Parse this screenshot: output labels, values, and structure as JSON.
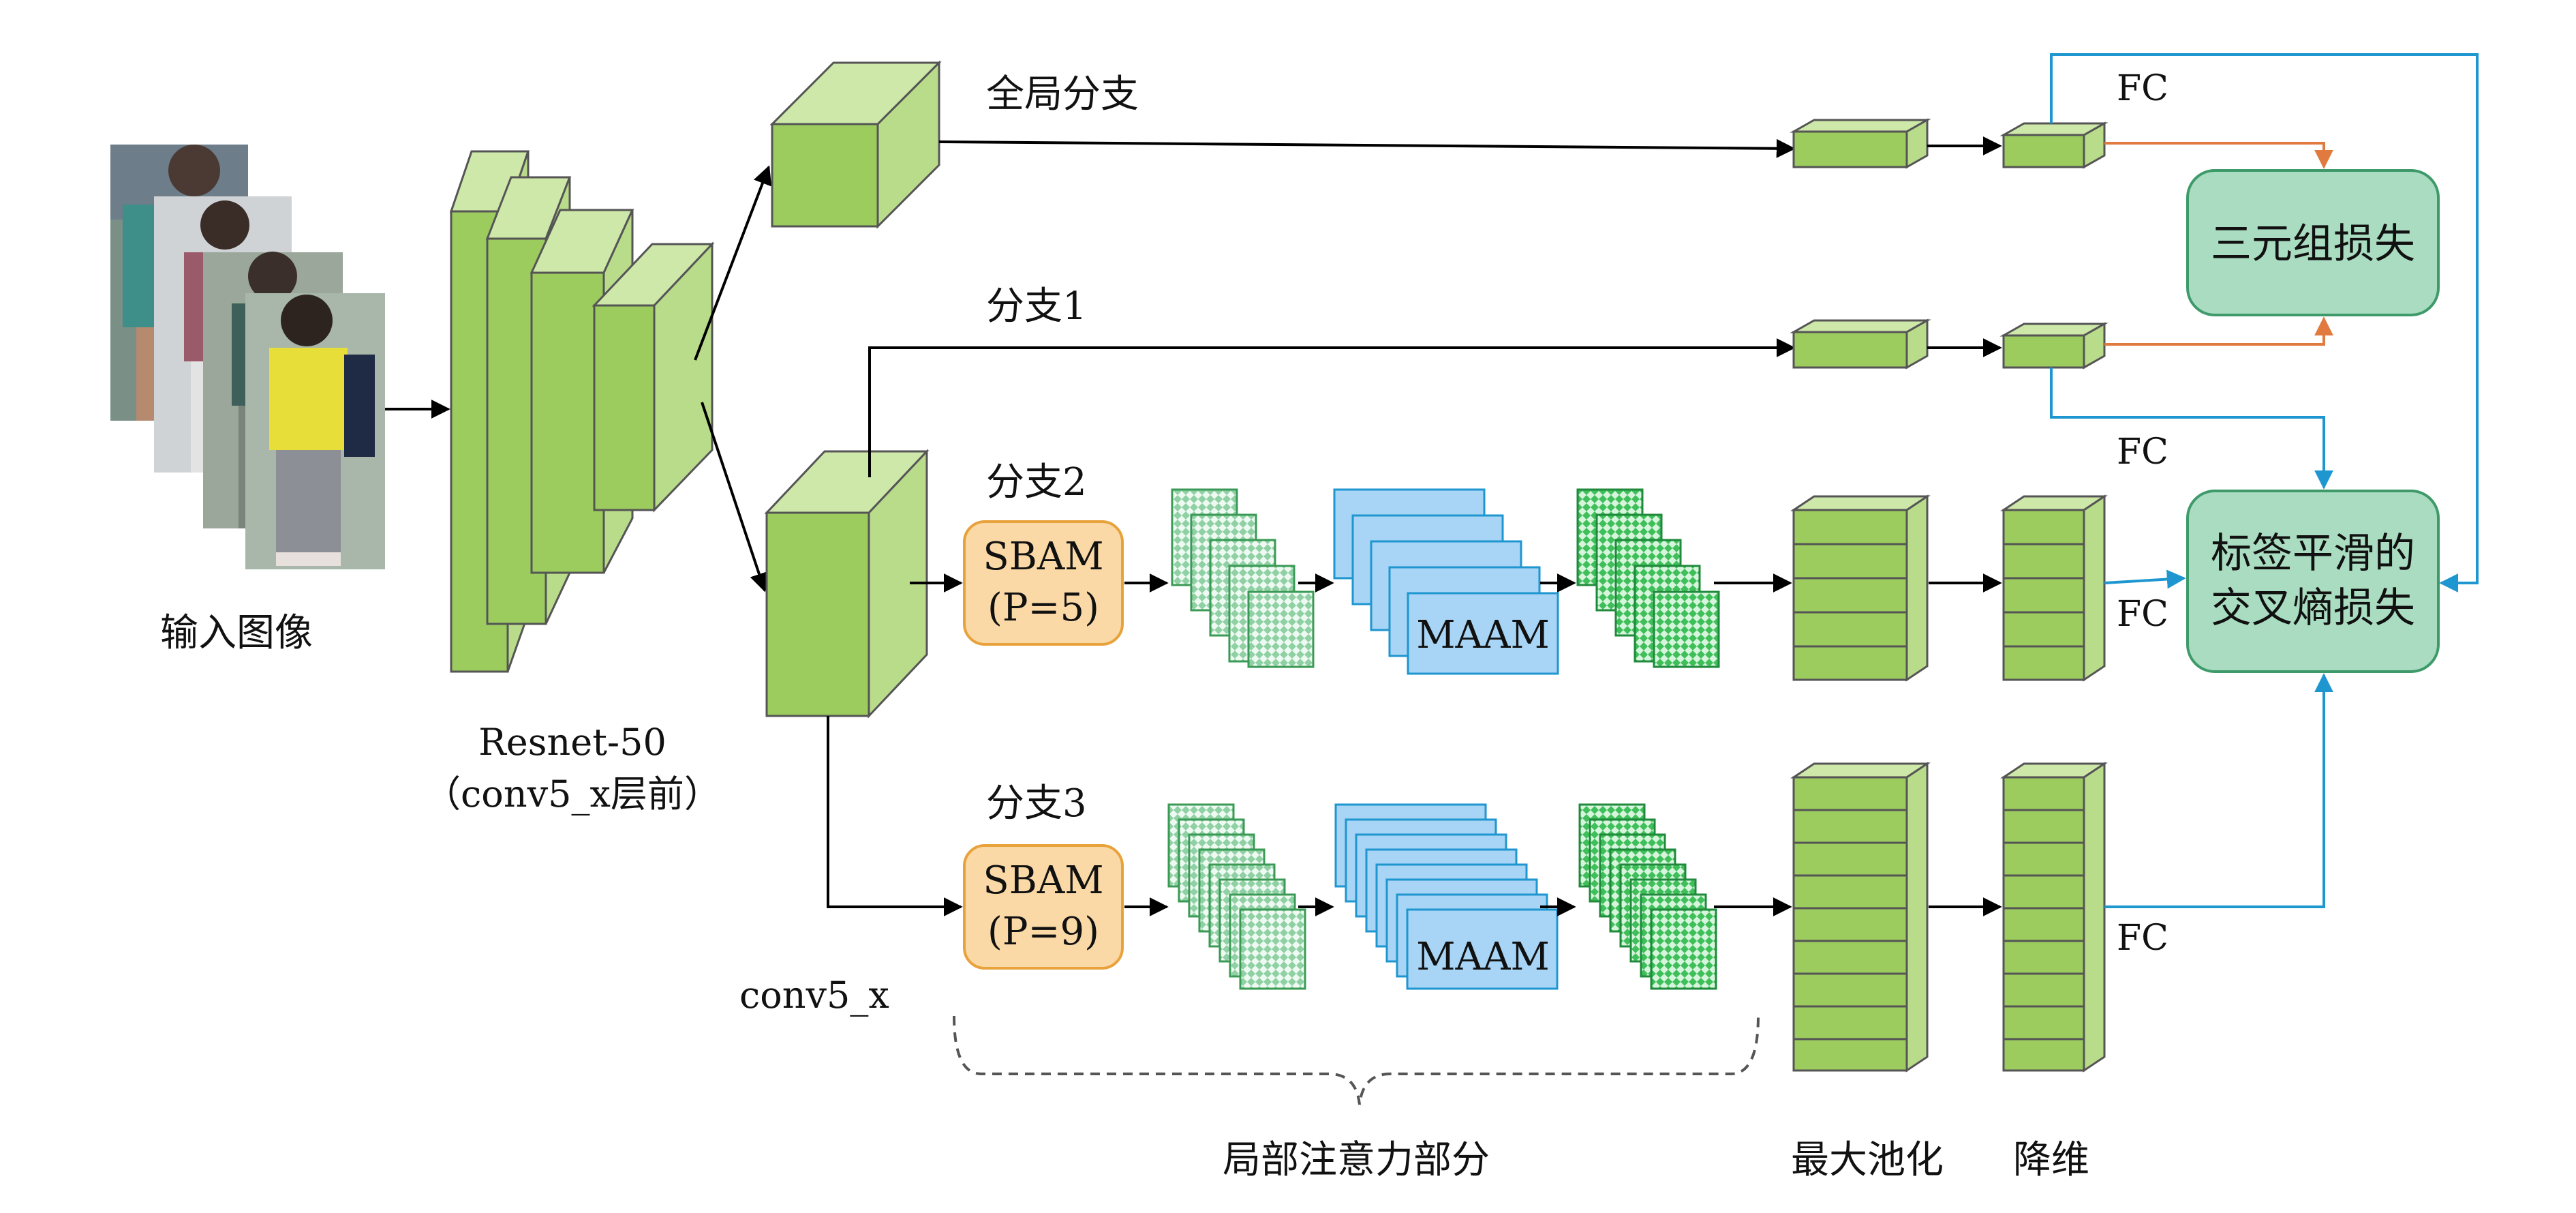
{
  "labels": {
    "input_image": "输入图像",
    "backbone_name": "Resnet-50",
    "backbone_note": "（conv5_x层前）",
    "conv5": "conv5_x",
    "global_branch": "全局分支",
    "branch1": "分支1",
    "branch2": "分支2",
    "branch3": "分支3",
    "local_attention": "局部注意力部分",
    "max_pool": "最大池化",
    "reduce_dim": "降维",
    "fc_top": "FC",
    "fc_mid": "FC",
    "fc_branch2": "FC",
    "fc_branch3": "FC"
  },
  "modules": {
    "sbam_title": "SBAM",
    "sbam2_param": "(P=5)",
    "sbam3_param": "(P=9)",
    "maam": "MAAM"
  },
  "losses": {
    "triplet": "三元组损失",
    "ce_line1": "标签平滑的",
    "ce_line2": "交叉熵损失"
  },
  "colors": {
    "green_face": "#9ccc5e",
    "green_side": "#b9dc8b",
    "green_top": "#cde8a8",
    "blue_fill": "#a8d4f5",
    "blue_stroke": "#1e96cf",
    "orange_fill": "#fbd9a7",
    "orange_stroke": "#e8a23c",
    "loss_fill": "#a9dcc0",
    "loss_stroke": "#3e9a6a",
    "arrow_blue": "#1e96cf",
    "arrow_orange": "#e07a3e"
  }
}
